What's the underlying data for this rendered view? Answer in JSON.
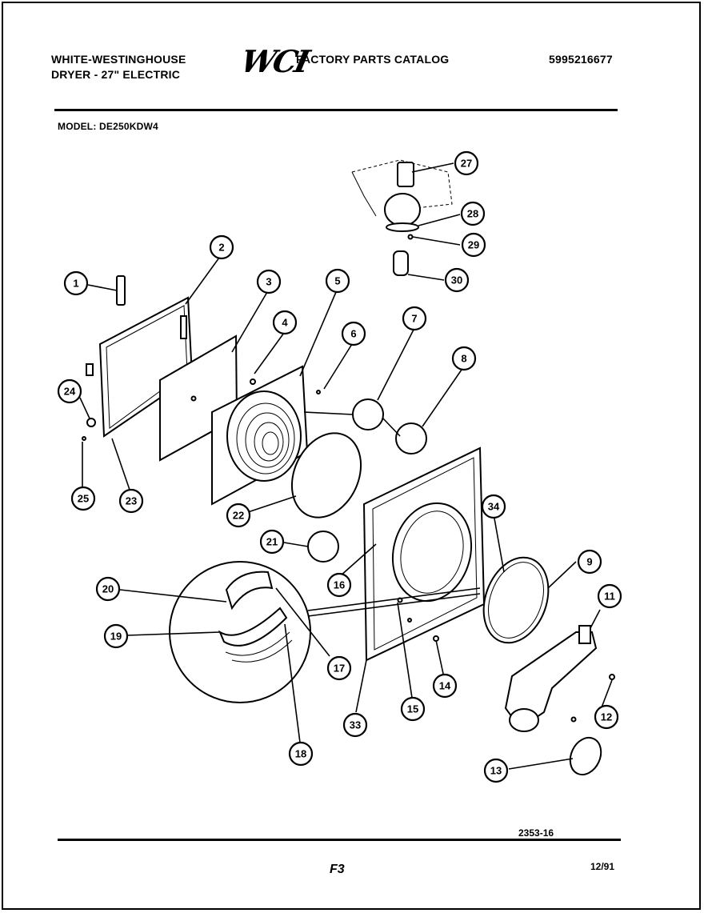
{
  "header": {
    "brand_line_1": "WHITE-WESTINGHOUSE",
    "brand_line_2": "DRYER - 27\" ELECTRIC",
    "logo_text": "WCI",
    "catalog_title": "FACTORY PARTS CATALOG",
    "catalog_number": "5995216677",
    "model_label": "MODEL: DE250KDW4"
  },
  "footer": {
    "drawing_number": "2353-16",
    "page_code": "F3",
    "date": "12/91"
  },
  "callouts": {
    "c1": "1",
    "c2": "2",
    "c3": "3",
    "c4": "4",
    "c5": "5",
    "c6": "6",
    "c7": "7",
    "c8": "8",
    "c9": "9",
    "c11": "11",
    "c12": "12",
    "c13": "13",
    "c14": "14",
    "c15": "15",
    "c16": "16",
    "c17": "17",
    "c18": "18",
    "c19": "19",
    "c20": "20",
    "c21": "21",
    "c22": "22",
    "c23": "23",
    "c24": "24",
    "c25": "25",
    "c27": "27",
    "c28": "28",
    "c29": "29",
    "c30": "30",
    "c33": "33",
    "c34": "34"
  }
}
